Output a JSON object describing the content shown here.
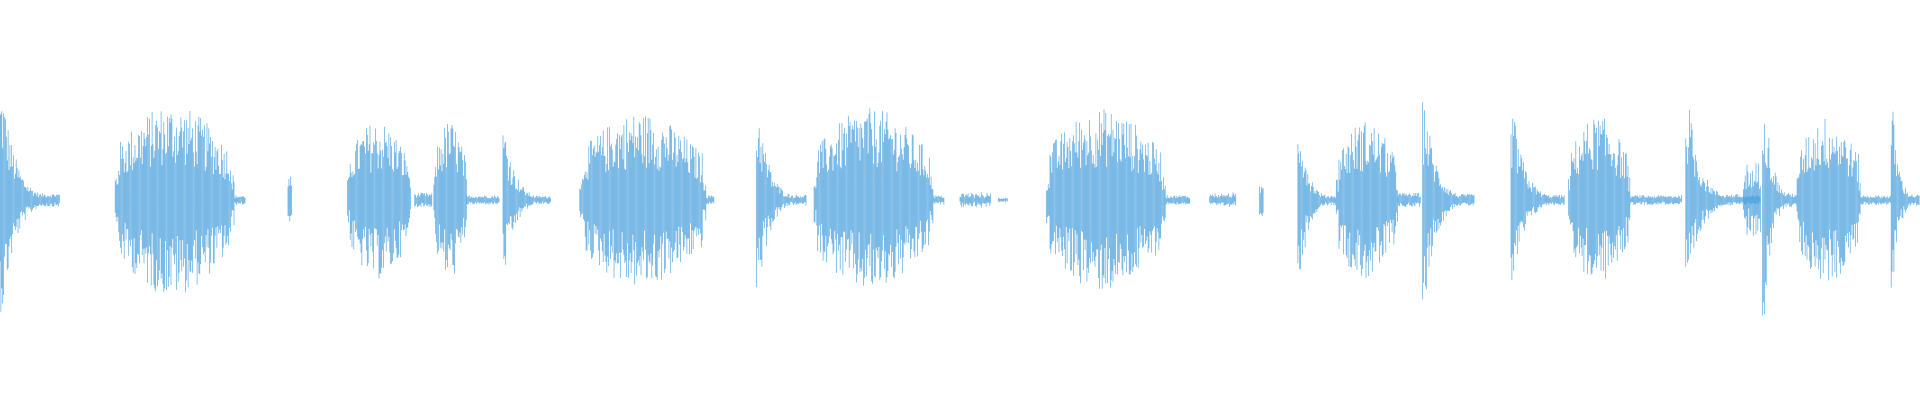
{
  "waveform": {
    "color": "#5aa8e0",
    "background": "#ffffff",
    "description_icon": "audio-waveform",
    "duration_fraction_range": [
      0,
      1
    ],
    "segments": [
      {
        "start": 0.0,
        "end": 0.031,
        "amp": 0.28,
        "shape": "attack-decay"
      },
      {
        "start": 0.06,
        "end": 0.122,
        "amp": 0.24,
        "shape": "dense"
      },
      {
        "start": 0.122,
        "end": 0.128,
        "amp": 0.02,
        "shape": "tail"
      },
      {
        "start": 0.15,
        "end": 0.152,
        "amp": 0.06,
        "shape": "blip"
      },
      {
        "start": 0.181,
        "end": 0.214,
        "amp": 0.2,
        "shape": "dense"
      },
      {
        "start": 0.216,
        "end": 0.225,
        "amp": 0.03,
        "shape": "tail"
      },
      {
        "start": 0.226,
        "end": 0.243,
        "amp": 0.2,
        "shape": "dense"
      },
      {
        "start": 0.243,
        "end": 0.26,
        "amp": 0.02,
        "shape": "tail"
      },
      {
        "start": 0.262,
        "end": 0.287,
        "amp": 0.18,
        "shape": "attack-decay"
      },
      {
        "start": 0.302,
        "end": 0.368,
        "amp": 0.22,
        "shape": "dense"
      },
      {
        "start": 0.368,
        "end": 0.372,
        "amp": 0.02,
        "shape": "tail"
      },
      {
        "start": 0.394,
        "end": 0.42,
        "amp": 0.23,
        "shape": "attack-decay"
      },
      {
        "start": 0.424,
        "end": 0.486,
        "amp": 0.23,
        "shape": "dense"
      },
      {
        "start": 0.486,
        "end": 0.492,
        "amp": 0.02,
        "shape": "tail"
      },
      {
        "start": 0.5,
        "end": 0.516,
        "amp": 0.02,
        "shape": "blip-train"
      },
      {
        "start": 0.52,
        "end": 0.525,
        "amp": 0.01,
        "shape": "tail"
      },
      {
        "start": 0.545,
        "end": 0.607,
        "amp": 0.23,
        "shape": "dense"
      },
      {
        "start": 0.607,
        "end": 0.62,
        "amp": 0.02,
        "shape": "tail"
      },
      {
        "start": 0.63,
        "end": 0.644,
        "amp": 0.02,
        "shape": "blip-train"
      },
      {
        "start": 0.656,
        "end": 0.658,
        "amp": 0.04,
        "shape": "blip"
      },
      {
        "start": 0.676,
        "end": 0.696,
        "amp": 0.22,
        "shape": "attack-decay"
      },
      {
        "start": 0.696,
        "end": 0.728,
        "amp": 0.2,
        "shape": "dense"
      },
      {
        "start": 0.728,
        "end": 0.74,
        "amp": 0.03,
        "shape": "tail"
      },
      {
        "start": 0.741,
        "end": 0.768,
        "amp": 0.25,
        "shape": "attack-decay"
      },
      {
        "start": 0.787,
        "end": 0.815,
        "amp": 0.22,
        "shape": "attack-decay"
      },
      {
        "start": 0.817,
        "end": 0.849,
        "amp": 0.21,
        "shape": "dense"
      },
      {
        "start": 0.849,
        "end": 0.876,
        "amp": 0.02,
        "shape": "tail"
      },
      {
        "start": 0.878,
        "end": 0.906,
        "amp": 0.25,
        "shape": "attack-decay"
      },
      {
        "start": 0.906,
        "end": 0.917,
        "amp": 0.02,
        "shape": "tail"
      },
      {
        "start": 0.908,
        "end": 0.917,
        "amp": 0.1,
        "shape": "blip-train"
      },
      {
        "start": 0.918,
        "end": 0.936,
        "amp": 0.3,
        "shape": "attack-decay"
      },
      {
        "start": 0.936,
        "end": 0.969,
        "amp": 0.21,
        "shape": "dense"
      },
      {
        "start": 0.969,
        "end": 0.985,
        "amp": 0.02,
        "shape": "tail"
      },
      {
        "start": 0.985,
        "end": 1.0,
        "amp": 0.24,
        "shape": "attack-decay"
      }
    ]
  }
}
